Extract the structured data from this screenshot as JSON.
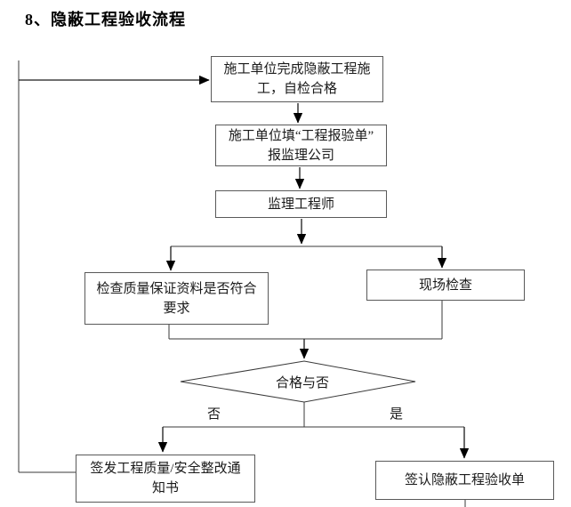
{
  "page": {
    "title": "8、隐蔽工程验收流程"
  },
  "flowchart": {
    "nodes": {
      "self_check": {
        "label": "施工单位完成隐蔽工程施\n工，自检合格"
      },
      "fill_form": {
        "label": "施工单位填“工程报验单”\n报监理公司"
      },
      "supervisor": {
        "label": "监理工程师"
      },
      "doc_review": {
        "label": "检查质量保证资料是否符合\n要求"
      },
      "site_inspection": {
        "label": "现场检查"
      },
      "decision": {
        "label": "合格与否"
      },
      "rectification_notice": {
        "label": "签发工程质量/安全整改通\n知书"
      },
      "sign_acceptance": {
        "label": "签认隐蔽工程验收单"
      }
    },
    "branch_labels": {
      "no": "否",
      "yes": "是"
    },
    "colors": {
      "line": "#3a3a3a",
      "border": "#595959",
      "arrowhead": "#000000"
    }
  }
}
